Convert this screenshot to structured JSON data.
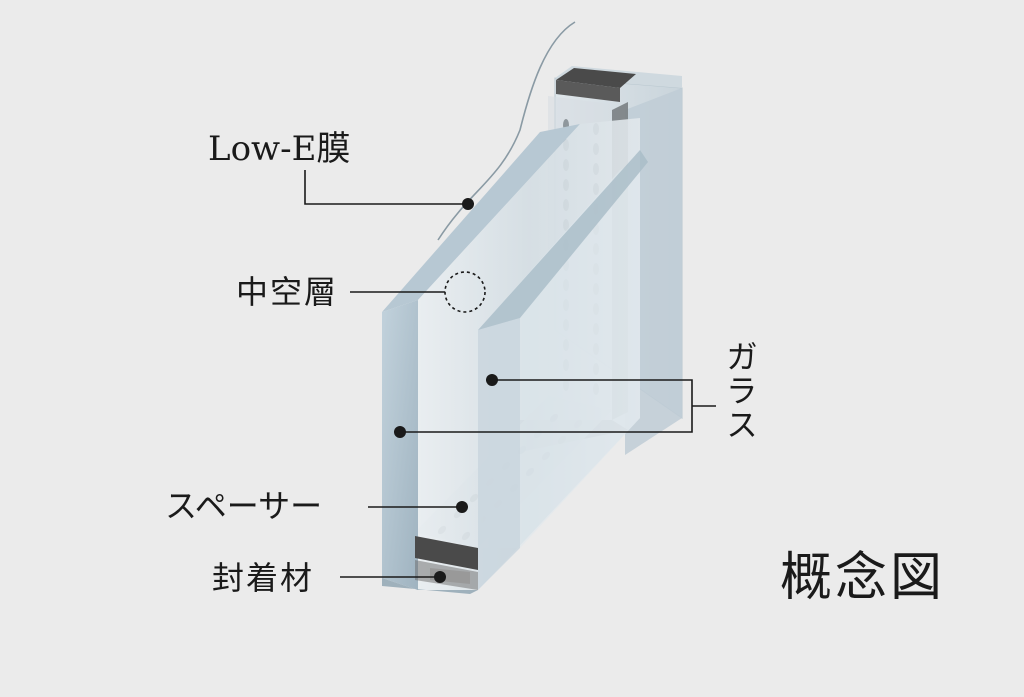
{
  "labels": {
    "low_e": "Low-E膜",
    "air_layer": "中空層",
    "glass": "ガラス",
    "spacer": "スペーサー",
    "sealant": "封着材"
  },
  "title": "概念図",
  "colors": {
    "background": "#ebebeb",
    "glass_face": "#d9e3e9",
    "glass_edge": "#a9bcc8",
    "spacer_dark": "#4a4a4a",
    "line": "#1a1a1a"
  }
}
